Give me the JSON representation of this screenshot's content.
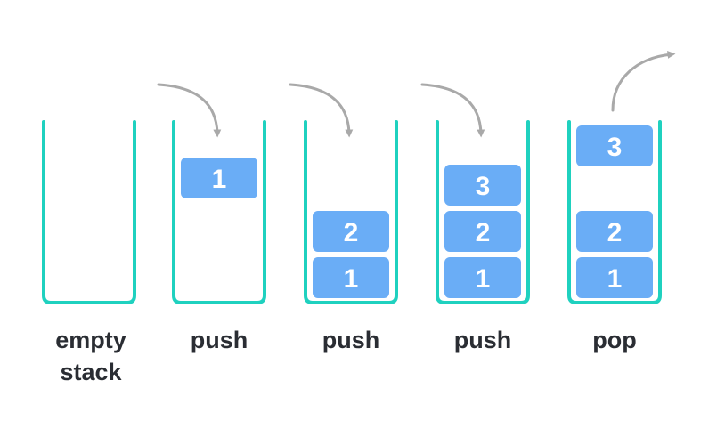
{
  "colors": {
    "container": "#1fd1bf",
    "block_fill": "#6aadf6",
    "block_text": "#ffffff",
    "arrow": "#a9a9a9",
    "caption": "#2a2d33"
  },
  "steps": [
    {
      "caption": [
        "empty",
        "stack"
      ],
      "stack": [],
      "arrow": "none"
    },
    {
      "caption": [
        "push"
      ],
      "stack": [
        "1"
      ],
      "arrow": "in"
    },
    {
      "caption": [
        "push"
      ],
      "stack": [
        "1",
        "2"
      ],
      "arrow": "in"
    },
    {
      "caption": [
        "push"
      ],
      "stack": [
        "1",
        "2",
        "3"
      ],
      "arrow": "in"
    },
    {
      "caption": [
        "pop"
      ],
      "stack": [
        "1",
        "2"
      ],
      "popped": "3",
      "arrow": "out"
    }
  ]
}
